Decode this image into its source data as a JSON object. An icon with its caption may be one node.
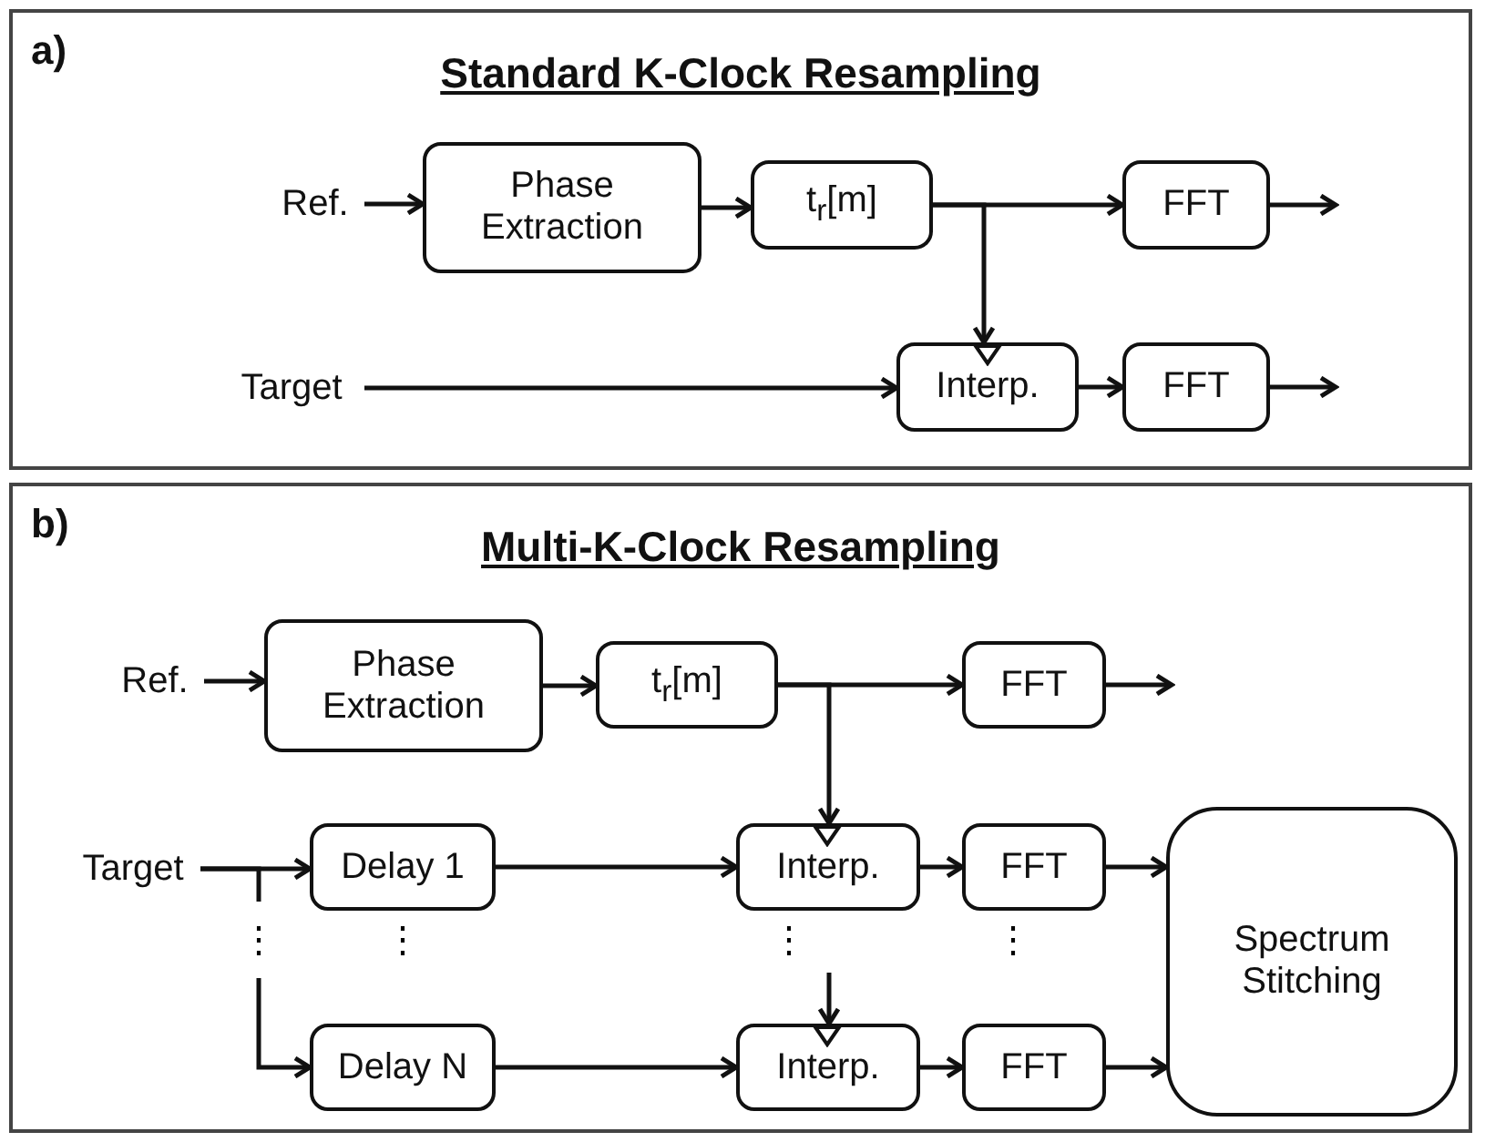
{
  "diagram": {
    "nodes": [
      {
        "text": [
          "a)",
          "Standard K-Clock Resampling"
        ]
      },
      {
        "text": [
          "Ref."
        ],
        "in": 0
      },
      {
        "text": [
          "Phase Extraction"
        ],
        "in": 0
      },
      {
        "text": [
          "t$_{r}$[m]"
        ],
        "in": 0
      },
      {
        "text": [
          "FFT"
        ],
        "in": 0
      },
      {
        "text": [
          "Target"
        ],
        "in": 0
      },
      {
        "text": [
          "Interp."
        ],
        "in": 0
      },
      {
        "text": [
          "FFT"
        ],
        "in": 0
      },
      {
        "text": [
          "b)",
          "Multi-K-Clock Resampling"
        ]
      },
      {
        "text": [
          "Ref."
        ],
        "in": 8
      },
      {
        "text": [
          "Phase Extraction"
        ],
        "in": 8
      },
      {
        "text": [
          "t$_{r}$[m]"
        ],
        "in": 8
      },
      {
        "text": [
          "FFT"
        ],
        "in": 8
      },
      {
        "text": [
          "Target"
        ],
        "in": 8
      },
      {
        "text": [
          "Delay 1"
        ],
        "in": 8
      },
      {
        "text": [
          "Interp."
        ],
        "in": 8
      },
      {
        "text": [
          "FFT"
        ],
        "in": 8
      },
      {
        "text": [
          "Spectrum Stitching"
        ],
        "in": 8
      },
      {
        "text": [
          "Delay N"
        ],
        "in": 8
      },
      {
        "text": [
          "Interp."
        ],
        "in": 8
      },
      {
        "text": [
          "FFT"
        ],
        "in": 8
      }
    ],
    "edges": [
      {
        "from": 1,
        "to": 2,
        "arrow": "to"
      },
      {
        "from": 2,
        "to": 3,
        "arrow": "to"
      },
      {
        "from": 3,
        "to": 4,
        "arrow": "to"
      },
      {
        "from": 3,
        "to": 6,
        "arrow": "to"
      },
      {
        "from": 4,
        "to": null,
        "arrow": "to"
      },
      {
        "from": 5,
        "to": 6,
        "arrow": "to"
      },
      {
        "from": 6,
        "to": 7,
        "arrow": "to"
      },
      {
        "from": 7,
        "to": null,
        "arrow": "to"
      },
      {
        "from": 9,
        "to": 10,
        "arrow": "to"
      },
      {
        "from": 10,
        "to": 11,
        "arrow": "to"
      },
      {
        "from": 11,
        "to": 12,
        "arrow": "to"
      },
      {
        "from": 11,
        "to": 15,
        "arrow": "to"
      },
      {
        "from": 12,
        "to": null,
        "arrow": "to"
      },
      {
        "from": 13,
        "to": 14,
        "arrow": "to"
      },
      {
        "from": 13,
        "to": 18,
        "arrow": "to",
        "style": "dashed"
      },
      {
        "from": 14,
        "to": 15,
        "arrow": "to"
      },
      {
        "from": 15,
        "to": 16,
        "arrow": "to"
      },
      {
        "from": 16,
        "to": 17,
        "arrow": "to"
      },
      {
        "from": 18,
        "to": 19,
        "arrow": "to"
      },
      {
        "from": 19,
        "to": 20,
        "arrow": "to"
      },
      {
        "from": 20,
        "to": 17,
        "arrow": "to"
      },
      {
        "from": null,
        "to": 19,
        "arrow": "to"
      }
    ],
    "labels": [
      "⋮",
      "⋮",
      "⋮",
      "⋮"
    ]
  }
}
